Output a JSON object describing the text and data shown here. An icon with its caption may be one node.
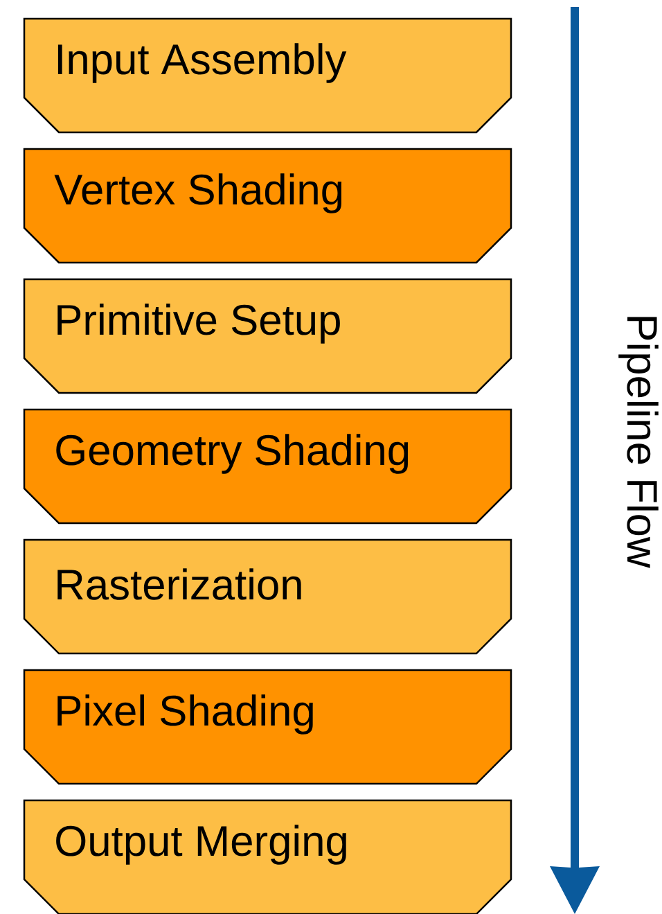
{
  "diagram": {
    "nodes": [
      {
        "text": [
          "Input Assembly"
        ]
      },
      {
        "text": [
          "Vertex Shading"
        ]
      },
      {
        "text": [
          "Primitive Setup"
        ]
      },
      {
        "text": [
          "Geometry Shading"
        ]
      },
      {
        "text": [
          "Rasterization"
        ]
      },
      {
        "text": [
          "Pixel Shading"
        ]
      },
      {
        "text": [
          "Output Merging"
        ]
      }
    ],
    "labels": [
      "Pipeline Flow"
    ]
  }
}
